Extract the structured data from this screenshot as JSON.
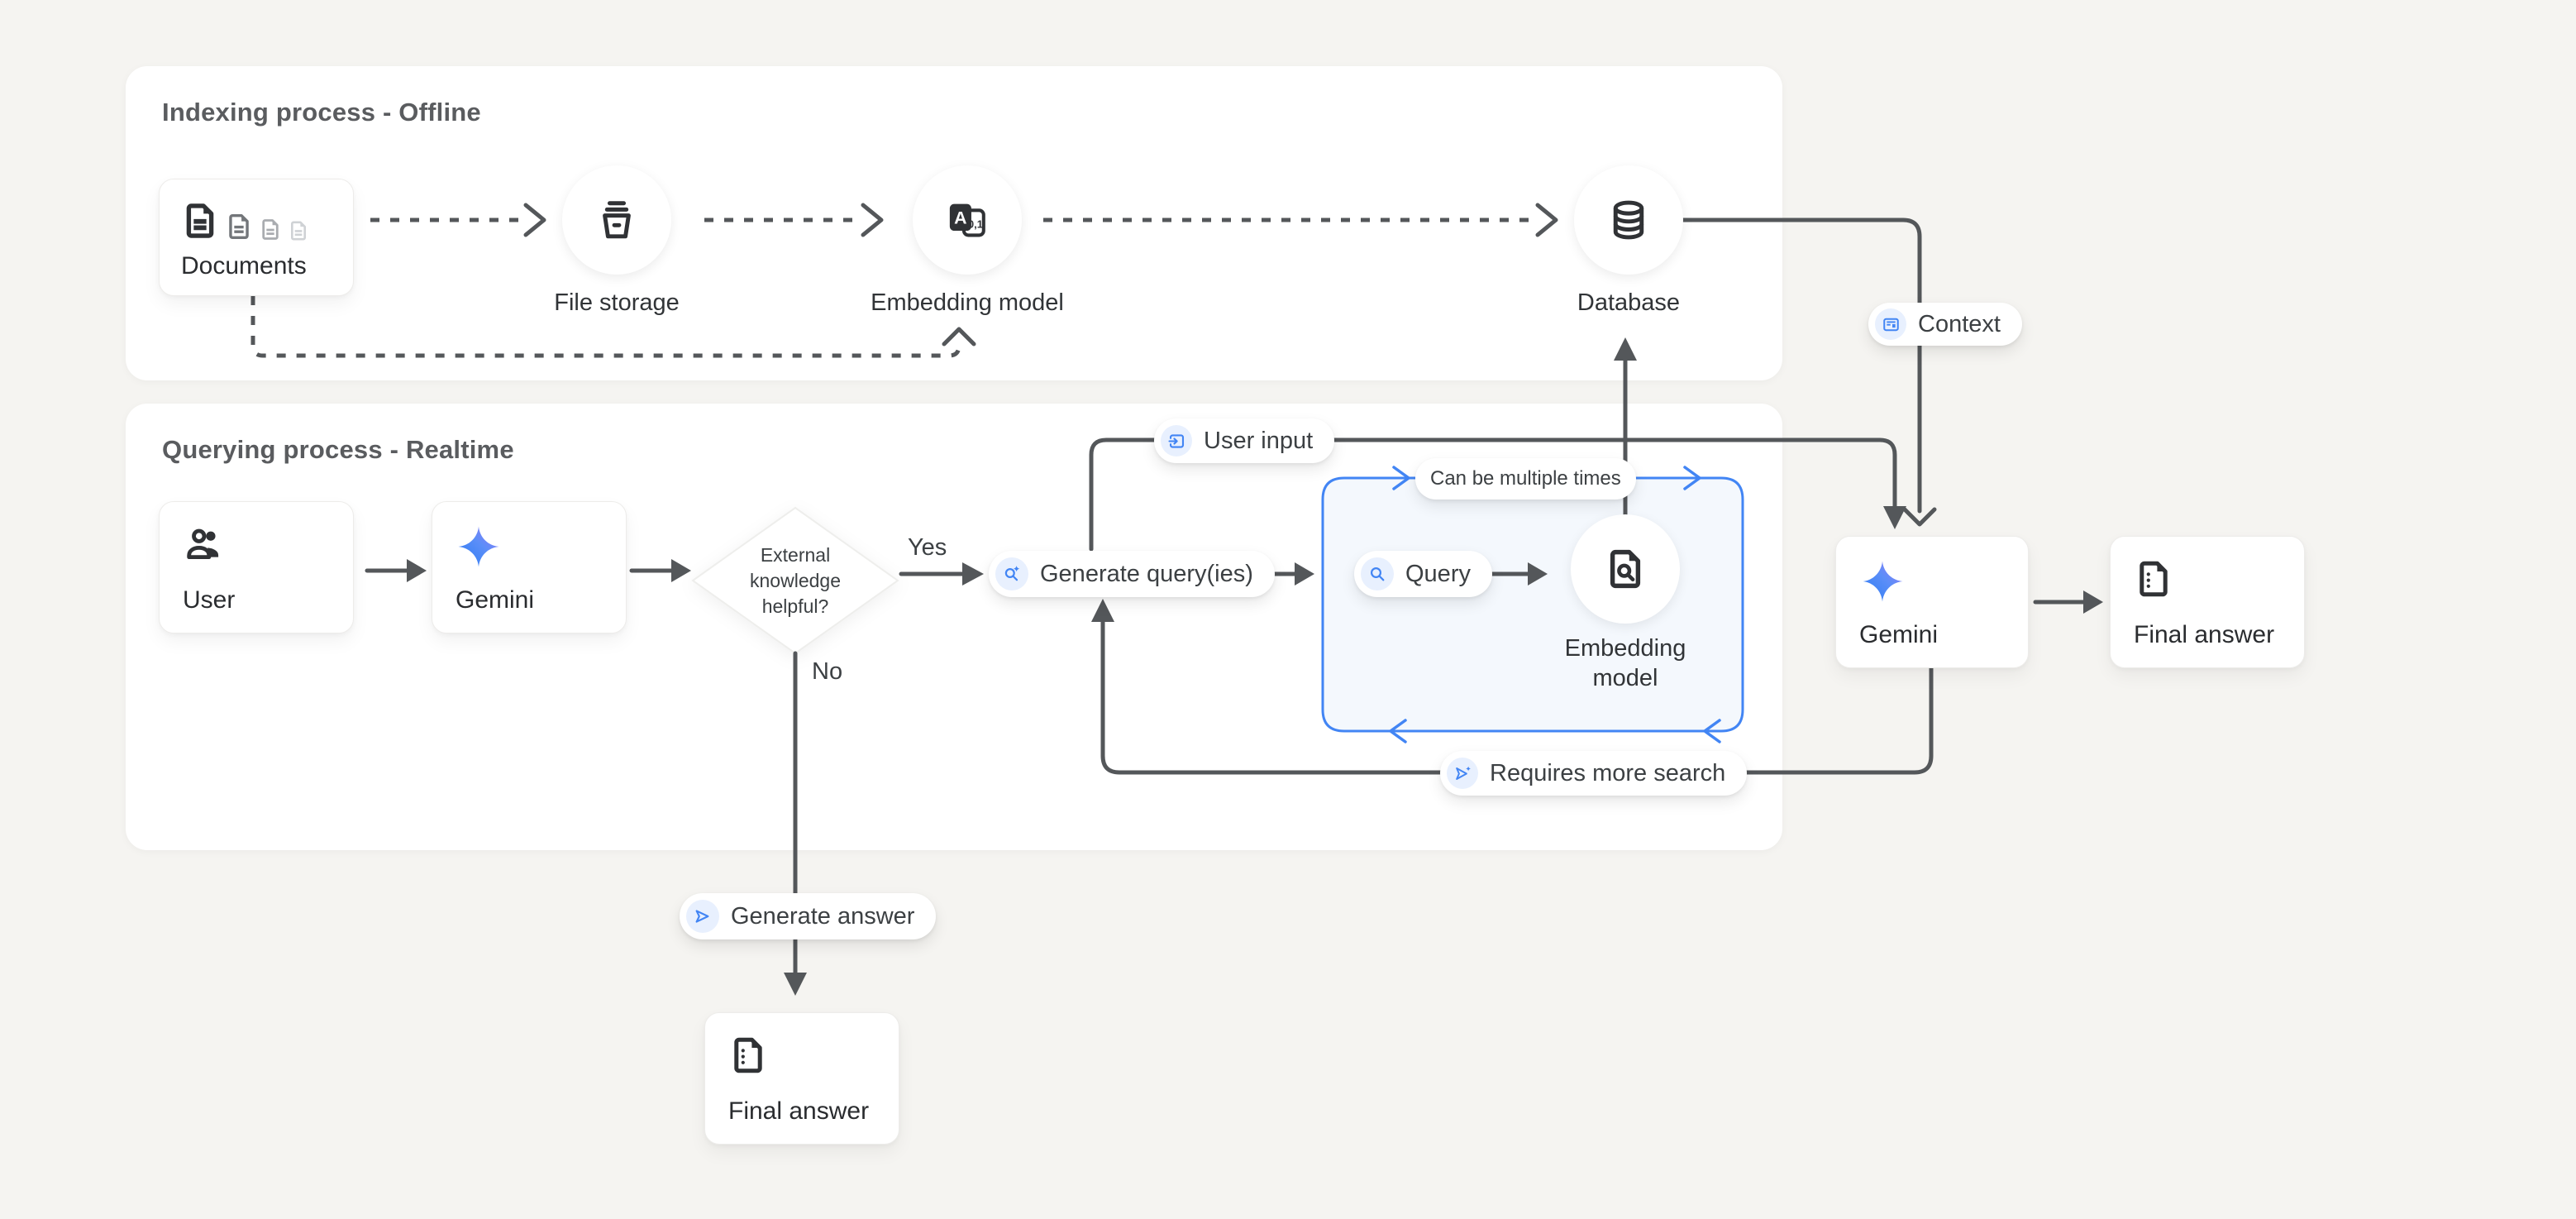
{
  "titles": {
    "indexing": "Indexing process - Offline",
    "querying": "Querying process - Realtime"
  },
  "nodes": {
    "documents": "Documents",
    "file_storage": "File storage",
    "embedding_offline": "Embedding model",
    "database": "Database",
    "user": "User",
    "gemini_query": "Gemini",
    "decision_line1": "External",
    "decision_line2": "knowledge",
    "decision_line3": "helpful?",
    "embedding_online_line1": "Embedding",
    "embedding_online_line2": "model",
    "gemini_answer": "Gemini",
    "final_answer_right": "Final answer",
    "final_answer_bottom": "Final answer"
  },
  "pills": {
    "context": "Context",
    "user_input": "User input",
    "generate_queries": "Generate query(ies)",
    "query": "Query",
    "can_be_multiple_times": "Can be multiple times",
    "requires_more_search": "Requires more search",
    "generate_answer": "Generate answer"
  },
  "edge_labels": {
    "yes": "Yes",
    "no": "No"
  },
  "icons": {
    "embedding_a": "A",
    "embedding_01": "0,1"
  },
  "colors": {
    "background": "#f5f4f1",
    "panel": "#ffffff",
    "accent_blue": "#4285f4",
    "chip_bg": "#e8f0fe",
    "loop_box_fill": "#f4f8fd",
    "line_grey": "#54575a",
    "icon_dark": "#303235",
    "gemini_gradient_start": "#3178f0",
    "gemini_gradient_end": "#9a7bf8"
  }
}
